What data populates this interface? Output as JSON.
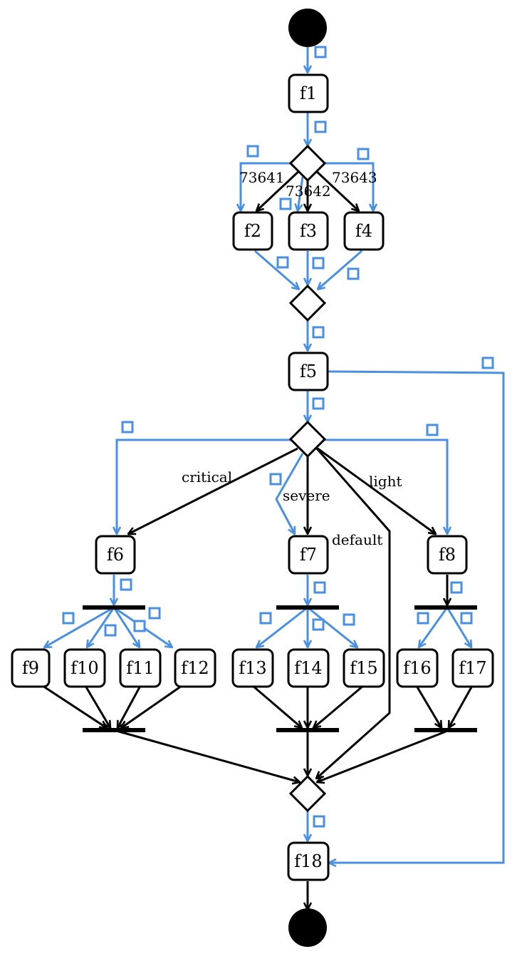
{
  "colors": {
    "flow": "#000000",
    "token": "#4a90e2",
    "background": "#ffffff"
  },
  "nodes": {
    "f1": "f1",
    "f2": "f2",
    "f3": "f3",
    "f4": "f4",
    "f5": "f5",
    "f6": "f6",
    "f7": "f7",
    "f8": "f8",
    "f9": "f9",
    "f10": "f10",
    "f11": "f11",
    "f12": "f12",
    "f13": "f13",
    "f14": "f14",
    "f15": "f15",
    "f16": "f16",
    "f17": "f17",
    "f18": "f18"
  },
  "edge_labels": {
    "b1": "73641",
    "b2": "73642",
    "b3": "73643",
    "critical": "critical",
    "severe": "severe",
    "default": "default",
    "light": "light"
  }
}
